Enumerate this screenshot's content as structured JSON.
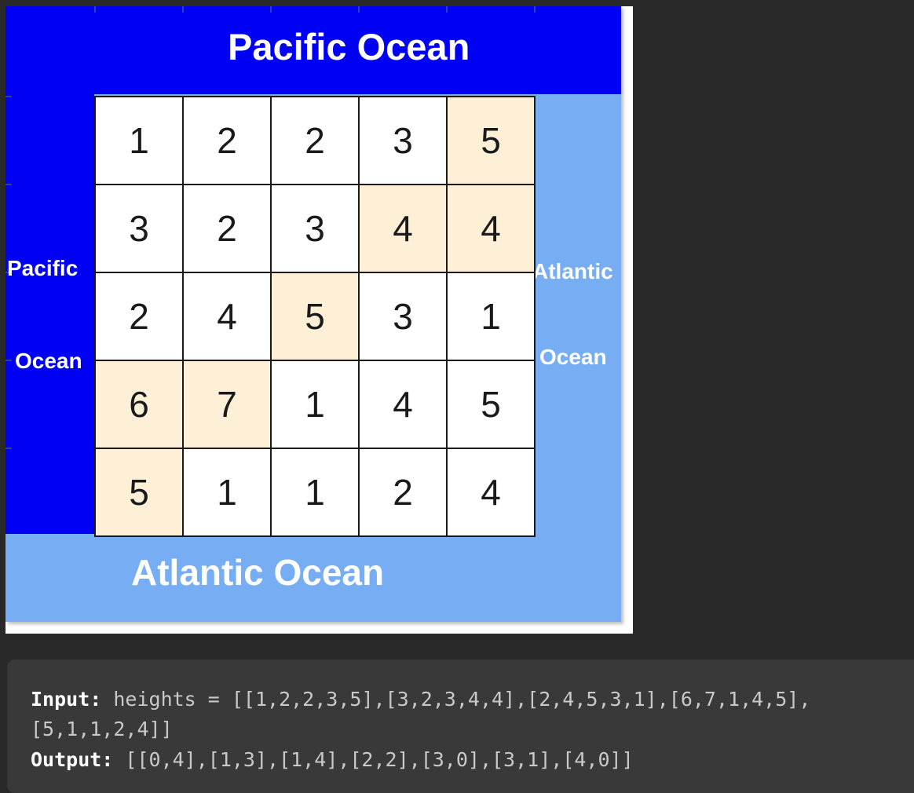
{
  "diagram": {
    "top_label": "Pacific Ocean",
    "bottom_label": "Atlantic Ocean",
    "left_label_line1": "Pacific",
    "left_label_line2": "Ocean",
    "right_label_line1": "Atlantic",
    "right_label_line2": "Ocean",
    "colors": {
      "pacific": "#0000f4",
      "atlantic": "#77aef3",
      "highlight": "#fdf0d6",
      "cell": "#ffffff"
    },
    "grid": [
      [
        "1",
        "2",
        "2",
        "3",
        "5"
      ],
      [
        "3",
        "2",
        "3",
        "4",
        "4"
      ],
      [
        "2",
        "4",
        "5",
        "3",
        "1"
      ],
      [
        "6",
        "7",
        "1",
        "4",
        "5"
      ],
      [
        "5",
        "1",
        "1",
        "2",
        "4"
      ]
    ],
    "highlighted_cells": [
      [
        0,
        4
      ],
      [
        1,
        3
      ],
      [
        1,
        4
      ],
      [
        2,
        2
      ],
      [
        3,
        0
      ],
      [
        3,
        1
      ],
      [
        4,
        0
      ]
    ]
  },
  "example": {
    "input_label": "Input:",
    "input_line1": " heights = [[1,2,2,3,5],[3,2,3,4,4],[2,4,5,3,1],[6,7,1,4,5],",
    "input_line2": "[5,1,1,2,4]]",
    "output_label": "Output:",
    "output_value": " [[0,4],[1,3],[1,4],[2,2],[3,0],[3,1],[4,0]]"
  }
}
